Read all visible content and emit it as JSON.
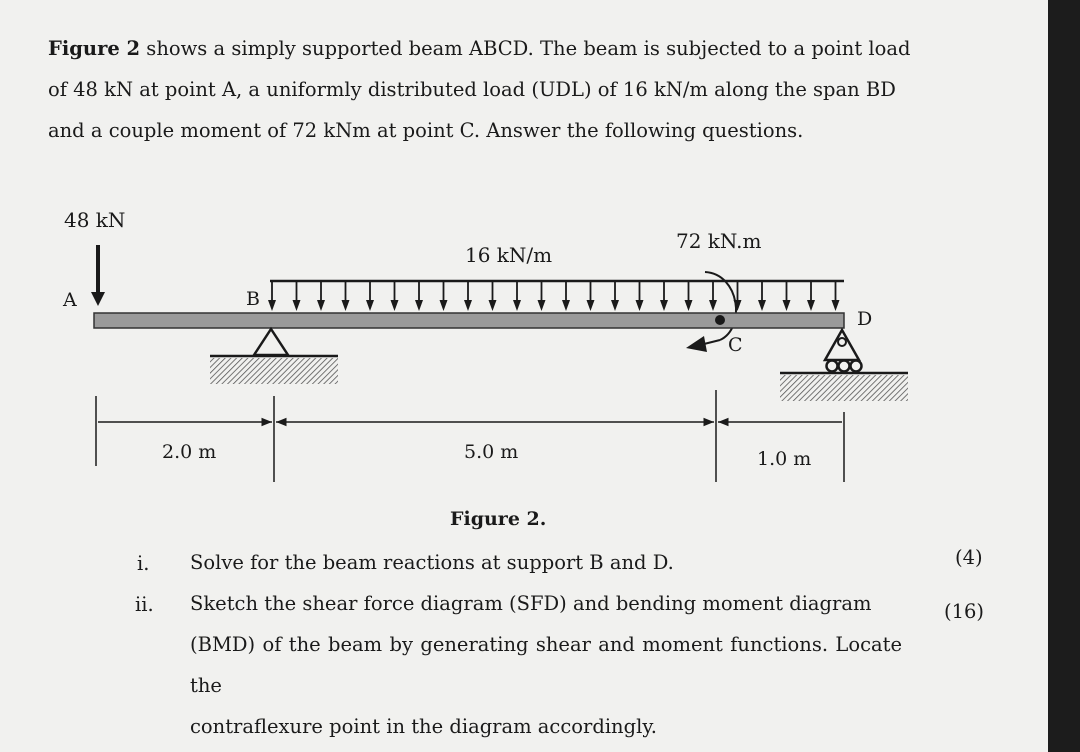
{
  "intro": {
    "figure_ref": "Figure 2",
    "text": " shows a simply supported beam ABCD. The beam is subjected to a point load of 48 kN at point A, a uniformly distributed load (UDL) of 16 kN/m along the span BD and a couple moment of 72 kNm at point C. Answer the following questions."
  },
  "figure": {
    "point_load": "48 kN",
    "udl": "16 kN/m",
    "moment": "72 kN.m",
    "points": {
      "a": "A",
      "b": "B",
      "c": "C",
      "d": "D"
    },
    "dimensions": [
      "2.0 m",
      "5.0 m",
      "1.0 m"
    ],
    "caption": "Figure 2."
  },
  "questions": [
    {
      "num": "i.",
      "lines": [
        "Solve for the beam reactions at support B and D."
      ],
      "marks": "(4)"
    },
    {
      "num": "ii.",
      "lines": [
        "Sketch the shear force diagram (SFD) and bending moment diagram",
        "(BMD) of the beam by generating shear and moment functions. Locate the",
        "contraflexure point in the diagram accordingly."
      ],
      "marks": "(16)"
    }
  ]
}
